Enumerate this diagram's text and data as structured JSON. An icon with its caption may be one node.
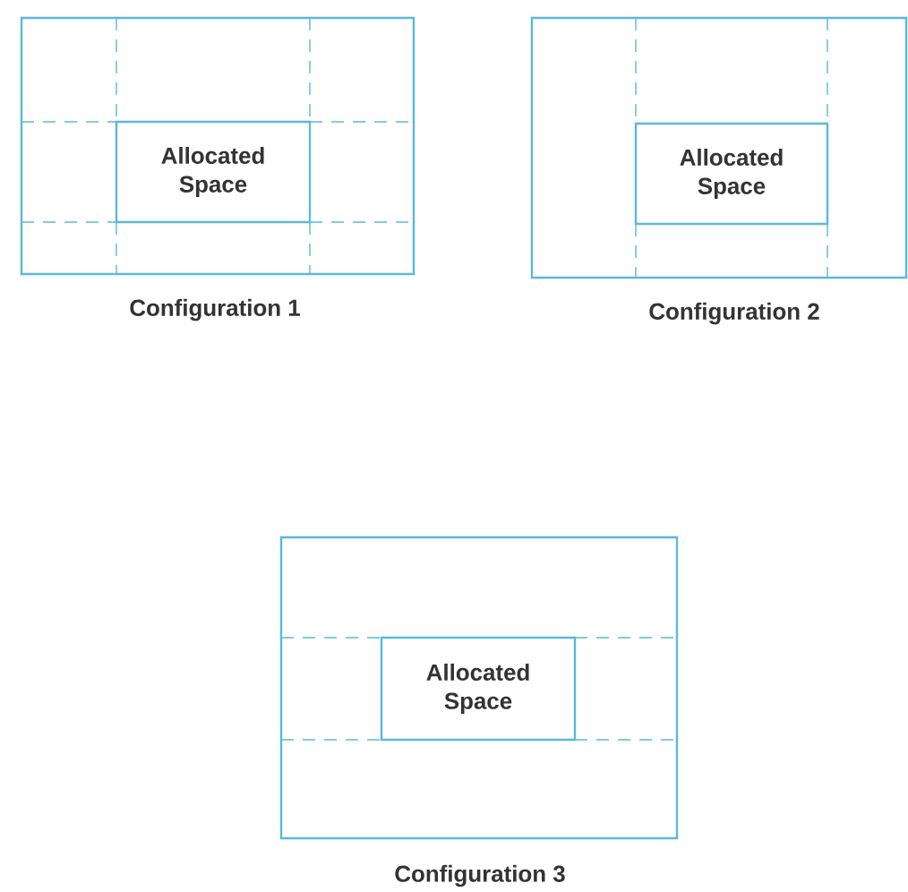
{
  "diagram": {
    "nodes": [
      {
        "text": [
          "Configuration 1"
        ]
      },
      {
        "text": [
          "Allocated Space"
        ],
        "in": 0
      },
      {
        "text": [
          "Configuration 2"
        ]
      },
      {
        "text": [
          "Allocated Space"
        ],
        "in": 2
      },
      {
        "text": [
          "Configuration 3"
        ]
      },
      {
        "text": [
          "Allocated Space"
        ],
        "in": 4
      }
    ]
  }
}
